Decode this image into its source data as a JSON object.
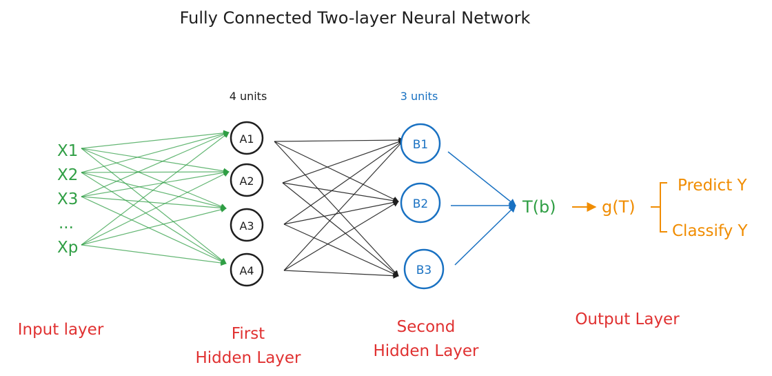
{
  "title": "Fully Connected Two-layer Neural Network",
  "inputs": [
    "X1",
    "X2",
    "X3",
    "...",
    "Xp"
  ],
  "first_hidden": {
    "units_label": "4 units",
    "nodes": [
      "A1",
      "A2",
      "A3",
      "A4"
    ]
  },
  "second_hidden": {
    "units_label": "3 units",
    "nodes": [
      "B1",
      "B2",
      "B3"
    ]
  },
  "output": {
    "aggregate": "T(b)",
    "activation": "g(T)",
    "tasks": [
      "Predict Y",
      "Classify Y"
    ]
  },
  "layer_labels": {
    "input": "Input layer",
    "first_hidden": [
      "First",
      "Hidden Layer"
    ],
    "second_hidden": [
      "Second",
      "Hidden Layer"
    ],
    "output": "Output Layer"
  },
  "colors": {
    "input": "#2f9e44",
    "hidden1": "#1e1e1e",
    "hidden2": "#1971c2",
    "output": "#f08c00",
    "labels": "#e03131",
    "title": "#1e1e1e"
  }
}
